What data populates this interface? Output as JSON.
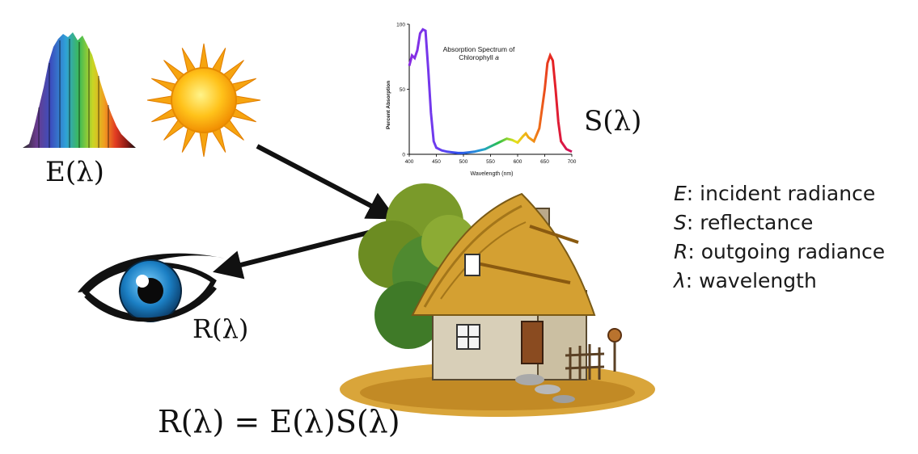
{
  "labels": {
    "E": "E(λ)",
    "S": "S(λ)",
    "R": "R(λ)",
    "equation": "R(λ) = E(λ)S(λ)"
  },
  "legend": [
    {
      "symbol": "E",
      "text": ": incident radiance"
    },
    {
      "symbol": "S",
      "text": ": reflectance"
    },
    {
      "symbol": "R",
      "text": ": outgoing radiance"
    },
    {
      "symbol": "λ",
      "text": ": wavelength"
    }
  ],
  "chart_data": {
    "type": "line",
    "title": "Absorption Spectrum of Chlorophyll a",
    "xlabel": "Wavelength (nm)",
    "ylabel": "Percent Absorption",
    "xlim": [
      400,
      700
    ],
    "ylim": [
      0,
      100
    ],
    "x_ticks": [
      "400",
      "450",
      "500",
      "550",
      "600",
      "650",
      "700"
    ],
    "y_ticks": [
      "0",
      "50",
      "100"
    ],
    "x": [
      400,
      405,
      410,
      415,
      420,
      425,
      430,
      435,
      440,
      445,
      450,
      460,
      470,
      480,
      490,
      500,
      510,
      520,
      530,
      540,
      550,
      560,
      570,
      580,
      590,
      600,
      610,
      615,
      620,
      630,
      640,
      650,
      655,
      660,
      665,
      670,
      675,
      680,
      690,
      700
    ],
    "y": [
      68,
      76,
      74,
      80,
      93,
      96,
      95,
      65,
      32,
      10,
      5,
      3,
      2,
      1.5,
      1,
      1,
      1.5,
      2,
      3,
      4,
      6,
      8,
      10,
      12,
      11,
      9,
      14,
      16,
      13,
      10,
      20,
      50,
      70,
      76,
      72,
      50,
      25,
      10,
      4,
      2
    ]
  },
  "colors": {
    "arrow": "#111111",
    "chart_axis": "#000000"
  }
}
